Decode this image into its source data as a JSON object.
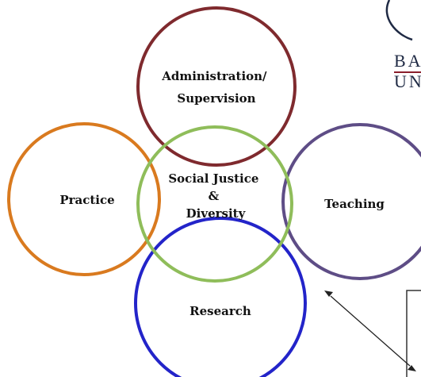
{
  "diagram": {
    "circles": [
      {
        "id": "practice",
        "label_lines": [
          "Practice"
        ],
        "color": "#d97a1f"
      },
      {
        "id": "research",
        "label_lines": [
          "Research"
        ],
        "color": "#2324c9"
      },
      {
        "id": "teaching",
        "label_lines": [
          "Teaching"
        ],
        "color": "#5e4d86"
      },
      {
        "id": "administration",
        "label_lines": [
          "Administration/",
          "Supervision"
        ],
        "color": "#7f2a2e"
      },
      {
        "id": "social-justice",
        "label_lines": [
          "Social Justice",
          "&",
          "Diversity"
        ],
        "color": "#8fbd5a"
      }
    ],
    "arrow_color": "#222222",
    "callout_border": "#333333"
  },
  "logo": {
    "line1": "BAL",
    "line2": "UNI",
    "rule_color": "#8b1e2c",
    "emblem_color": "#1f2a44"
  }
}
